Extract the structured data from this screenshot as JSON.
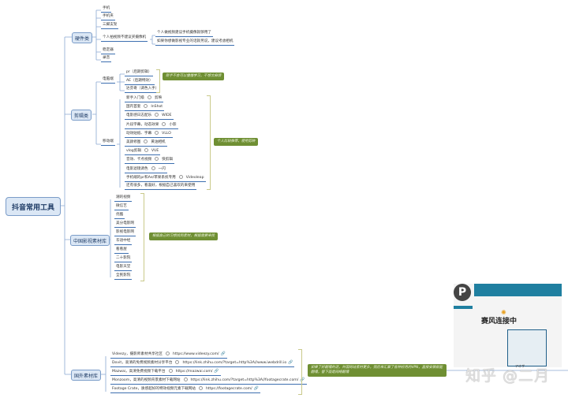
{
  "root": "抖音常用工具",
  "hardware": {
    "label": "硬件类",
    "items": [
      "手机",
      "手机夹",
      "三脚支架",
      "个人拍视频不建议买摄像机",
      "稳定器",
      "录音"
    ],
    "camera_sub": [
      "个人做视频建议手机摄像就够用了",
      "如果你想做影视专业的话就另说，建议考虑相机"
    ]
  },
  "editing": {
    "label": "剪辑类",
    "pc": {
      "label": "电脑端",
      "items": [
        "pr（后期剪辑）",
        "AE（后期特效）",
        "达芬奇（调色入手）"
      ],
      "note": "新手不会可以慢慢学习，不想太麻烦"
    },
    "mobile": {
      "label": "移动端",
      "items": [
        {
          "desc": "新手入门级",
          "app": "剪映"
        },
        {
          "desc": "国内首套",
          "app": "InShot"
        },
        {
          "desc": "电影感日志配乐",
          "app": "WIDE"
        },
        {
          "desc": "片段字幕，动态效果",
          "app": "小影"
        },
        {
          "desc": "动效贴纸、字幕",
          "app": "VLLO"
        },
        {
          "desc": "美颜修图",
          "app": "黄油相机"
        },
        {
          "desc": "vlog剪辑",
          "app": "VUE"
        },
        {
          "desc": "音效、卡点视频",
          "app": "快剪辑"
        },
        {
          "desc": "电影滤镜调色",
          "app": "一闪"
        },
        {
          "desc": "手机端的pr和Ae/苹果系统专用",
          "app": "Videoleap"
        },
        {
          "desc": "还有很多，看喜好，根据自己喜欢的来使用",
          "app": ""
        }
      ],
      "note": "个人比较推荐，使用剪映"
    }
  },
  "cn_library": {
    "label": "中国影视素材库",
    "items": [
      "潮的视频",
      "微信艺",
      "优酷",
      "美分电影网",
      "影视电影网",
      "华语中经",
      "看看屋",
      "二十影院",
      "电影天堂",
      "全民影院"
    ],
    "note": "根据自己的习惯找到素材，根据需要来找"
  },
  "foreign_library": {
    "label": "国外素材库",
    "items": [
      {
        "desc": "Videezy，摄影师素材共享社区",
        "url": "https://www.videezy.com/"
      },
      {
        "desc": "Dovit，高清的免费视频素材分享平台",
        "url": "https://link.zhihu.com/?target=http%3A//www.iwebdrill.io"
      },
      {
        "desc": "Mazwai，高清免费视频下载平台",
        "url": "https://mazwai.com/"
      },
      {
        "desc": "Monzoom，高清的视频背景素材下载网站",
        "url": "https://link.zhihu.com/?target=http%3A//footagecrate.com/"
      },
      {
        "desc": "Footage Crate，质感超好的特效视频元素下载网站",
        "url": "https://footagecrate.com/"
      }
    ],
    "note": "如果了好翻墙的话，外国网站素材更多，我后来汇聚了各种好用的VPN，直接安装就能翻墙，替下面是网络翻墙"
  },
  "thumbnail": {
    "title": "赛风连接中",
    "caption": "アオザ"
  },
  "watermark": "知乎 @二月"
}
